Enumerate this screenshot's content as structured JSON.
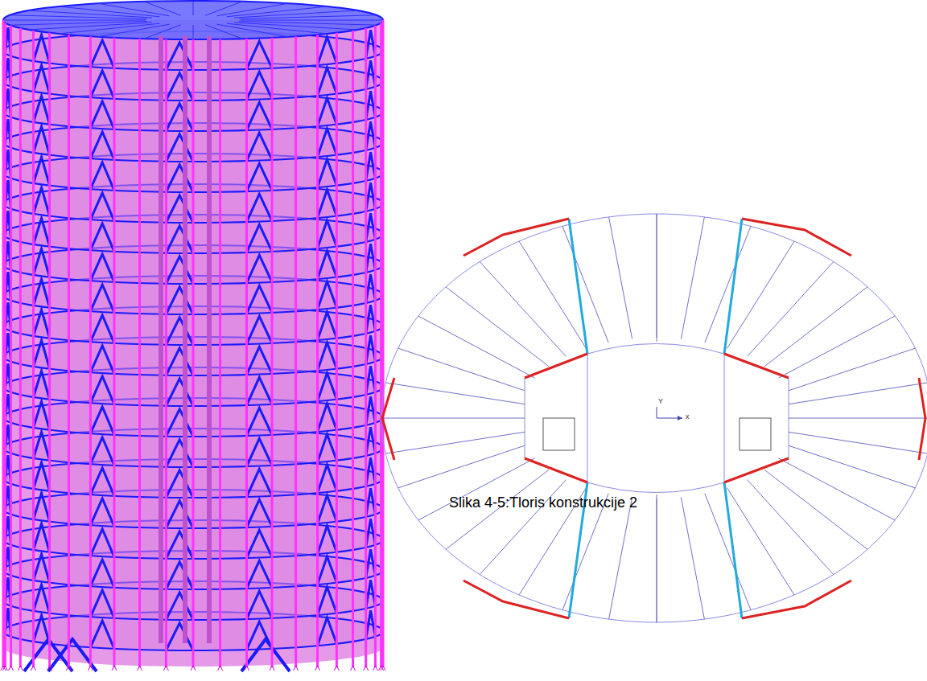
{
  "diagram": {
    "caption": "Slika 4-5:Tloris konstrukcije 2",
    "labels": [
      "Y",
      "x"
    ]
  }
}
